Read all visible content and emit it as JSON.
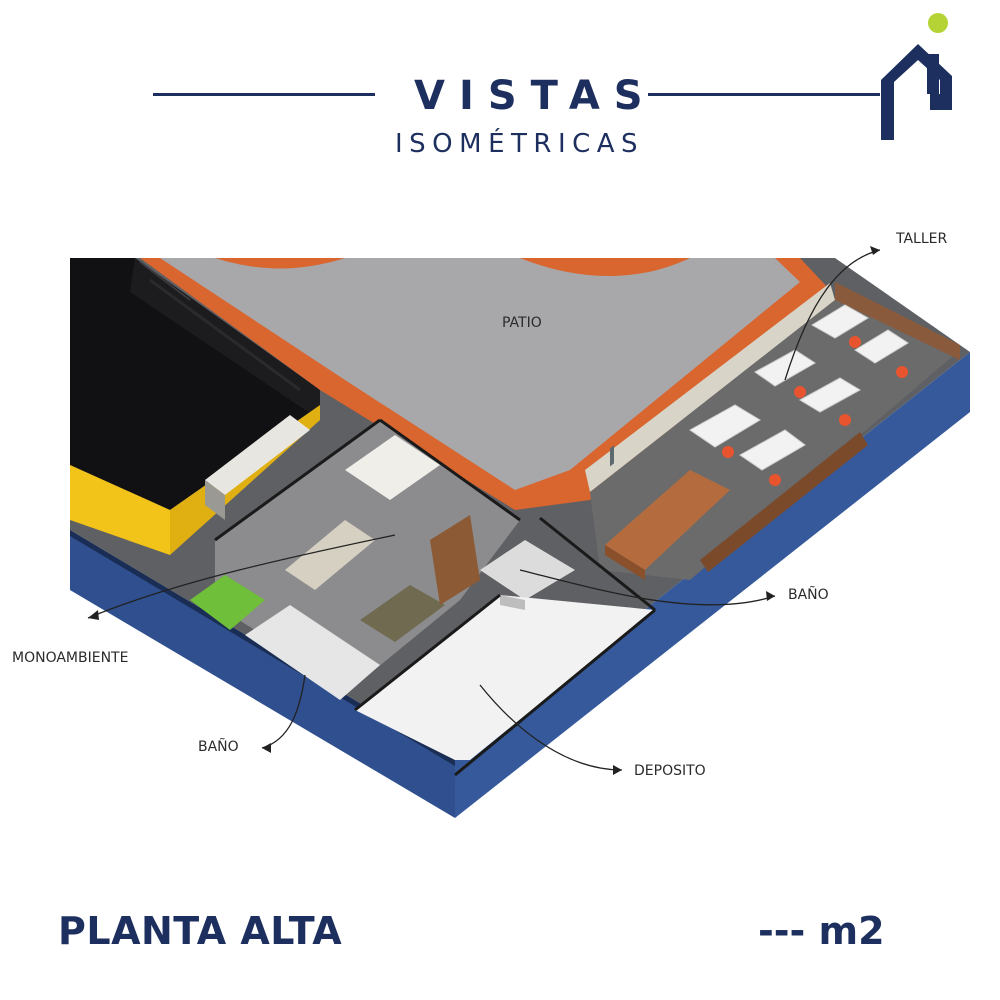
{
  "header": {
    "title": "VISTAS",
    "subtitle": "ISOMÉTRICAS"
  },
  "rooms": {
    "patio": "PATIO",
    "taller": "TALLER",
    "monoambiente": "MONOAMBIENTE",
    "bano_right": "BAÑO",
    "bano_left": "BAÑO",
    "deposito": "DEPOSITO"
  },
  "footer": {
    "floor": "PLANTA ALTA",
    "area": "--- m2"
  },
  "colors": {
    "brand_navy": "#1d2f5e",
    "brand_lime": "#b5d334",
    "wall_blue": "#2f4f8f",
    "brick": "#d9652f",
    "patio_gray": "#a8a8aa",
    "floor_gray": "#6b6b6b",
    "accent_yellow": "#f2c318"
  },
  "icons": {
    "logo": "house-logo-icon"
  }
}
